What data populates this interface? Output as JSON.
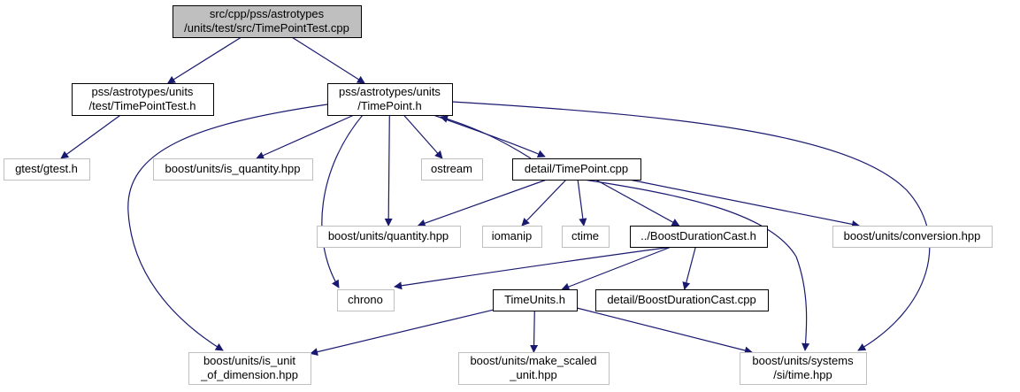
{
  "colors": {
    "edge": "#191970",
    "root_fill": "#bfbfbf",
    "root_border": "#000000",
    "documented_border": "#000000",
    "external_border": "#bfbfbf",
    "node_fill": "#ffffff"
  },
  "nodes": [
    {
      "id": "root",
      "kind": "root",
      "lines": [
        "src/cpp/pss/astrotypes",
        "/units/test/src/TimePointTest.cpp"
      ]
    },
    {
      "id": "test_h",
      "kind": "documented",
      "lines": [
        "pss/astrotypes/units",
        "/test/TimePointTest.h"
      ]
    },
    {
      "id": "timepoint_h",
      "kind": "documented",
      "lines": [
        "pss/astrotypes/units",
        "/TimePoint.h"
      ]
    },
    {
      "id": "gtest",
      "kind": "external",
      "lines": [
        "gtest/gtest.h"
      ]
    },
    {
      "id": "is_quantity",
      "kind": "external",
      "lines": [
        "boost/units/is_quantity.hpp"
      ]
    },
    {
      "id": "ostream",
      "kind": "external",
      "lines": [
        "ostream"
      ]
    },
    {
      "id": "detail_cpp",
      "kind": "documented",
      "lines": [
        "detail/TimePoint.cpp"
      ]
    },
    {
      "id": "quantity",
      "kind": "external",
      "lines": [
        "boost/units/quantity.hpp"
      ]
    },
    {
      "id": "iomanip",
      "kind": "external",
      "lines": [
        "iomanip"
      ]
    },
    {
      "id": "ctime",
      "kind": "external",
      "lines": [
        "ctime"
      ]
    },
    {
      "id": "boost_cast_h",
      "kind": "documented",
      "lines": [
        "../BoostDurationCast.h"
      ]
    },
    {
      "id": "conversion",
      "kind": "external",
      "lines": [
        "boost/units/conversion.hpp"
      ]
    },
    {
      "id": "chrono",
      "kind": "external",
      "lines": [
        "chrono"
      ]
    },
    {
      "id": "timeunits_h",
      "kind": "documented",
      "lines": [
        "TimeUnits.h"
      ]
    },
    {
      "id": "boost_cast_cpp",
      "kind": "documented",
      "lines": [
        "detail/BoostDurationCast.cpp"
      ]
    },
    {
      "id": "is_unit",
      "kind": "external",
      "lines": [
        "boost/units/is_unit",
        "_of_dimension.hpp"
      ]
    },
    {
      "id": "make_scaled",
      "kind": "external",
      "lines": [
        "boost/units/make_scaled",
        "_unit.hpp"
      ]
    },
    {
      "id": "si_time",
      "kind": "external",
      "lines": [
        "boost/units/systems",
        "/si/time.hpp"
      ]
    }
  ],
  "edges": [
    {
      "from": "root",
      "to": "test_h"
    },
    {
      "from": "root",
      "to": "timepoint_h"
    },
    {
      "from": "test_h",
      "to": "gtest"
    },
    {
      "from": "timepoint_h",
      "to": "is_quantity"
    },
    {
      "from": "timepoint_h",
      "to": "ostream"
    },
    {
      "from": "timepoint_h",
      "to": "detail_cpp"
    },
    {
      "from": "timepoint_h",
      "to": "quantity"
    },
    {
      "from": "timepoint_h",
      "to": "chrono"
    },
    {
      "from": "timepoint_h",
      "to": "is_unit"
    },
    {
      "from": "timepoint_h",
      "to": "si_time"
    },
    {
      "from": "detail_cpp",
      "to": "timepoint_h"
    },
    {
      "from": "detail_cpp",
      "to": "quantity"
    },
    {
      "from": "detail_cpp",
      "to": "iomanip"
    },
    {
      "from": "detail_cpp",
      "to": "ctime"
    },
    {
      "from": "detail_cpp",
      "to": "boost_cast_h"
    },
    {
      "from": "detail_cpp",
      "to": "conversion"
    },
    {
      "from": "detail_cpp",
      "to": "si_time"
    },
    {
      "from": "boost_cast_h",
      "to": "chrono"
    },
    {
      "from": "boost_cast_h",
      "to": "timeunits_h"
    },
    {
      "from": "boost_cast_h",
      "to": "boost_cast_cpp"
    },
    {
      "from": "timeunits_h",
      "to": "is_unit"
    },
    {
      "from": "timeunits_h",
      "to": "make_scaled"
    },
    {
      "from": "timeunits_h",
      "to": "si_time"
    }
  ]
}
